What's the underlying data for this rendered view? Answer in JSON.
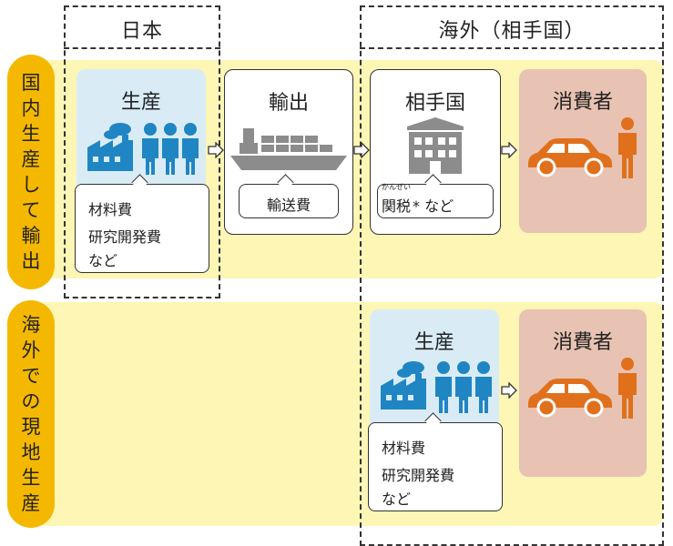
{
  "regions": {
    "japan": "日本",
    "overseas": "海外（相手国）"
  },
  "rows": {
    "export": [
      "国",
      "内",
      "生",
      "産",
      "し",
      "て",
      "輸",
      "出"
    ],
    "local": [
      "海",
      "外",
      "で",
      "の",
      "現",
      "地",
      "生",
      "産"
    ]
  },
  "cards": {
    "production_label": "生産",
    "export_label": "輸出",
    "partner_label": "相手国",
    "consumer_label": "消費者"
  },
  "costs": {
    "materials": "材料費",
    "research": "研究開発費",
    "etc": "など",
    "shipping": "輸送費",
    "tariff_word": "関税",
    "tariff_ruby": "かんぜい",
    "tariff_suffix": "* など"
  },
  "colors": {
    "band": "#fdf6b4",
    "pill": "#f5b800",
    "production_bg": "#d9ecf6",
    "consumer_bg": "#e8c2b2",
    "factory": "#1f86c3",
    "car": "#e0701c"
  }
}
